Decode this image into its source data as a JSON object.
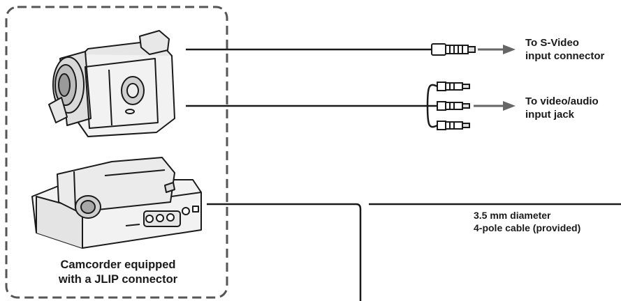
{
  "labels": {
    "svideo_line1": "To S-Video",
    "svideo_line2": "input connector",
    "av_line1": "To video/audio",
    "av_line2": "input jack",
    "cable_line1": "3.5 mm diameter",
    "cable_line2": "4-pole cable (provided)",
    "camcorder_line1": "Camcorder equipped",
    "camcorder_line2": "with a JLIP connector"
  },
  "colors": {
    "ink": "#1a1a1a",
    "arrow": "#666666",
    "device_fill": "#f2f2f2",
    "dash_border": "#555555"
  },
  "icons": [
    "camcorder-icon",
    "docking-station-icon",
    "svideo-plug-icon",
    "rca-plug-icon",
    "arrow-right-icon"
  ]
}
